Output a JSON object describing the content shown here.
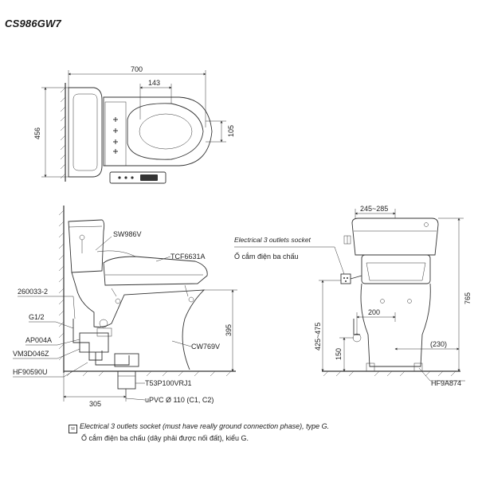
{
  "title": "CS986GW7",
  "top_view": {
    "dims": {
      "length": "700",
      "depth": "456",
      "offset": "143",
      "seat_gap": "105"
    }
  },
  "side_view": {
    "labels": {
      "seat": "SW986V",
      "flange": "TCF6631A",
      "part_a": "260033-2",
      "part_b": "G1/2",
      "part_c": "AP004A",
      "part_d": "VM3D046Z",
      "part_e": "HF90590U",
      "bowl": "CW769V",
      "pipe_a": "T53P100VRJ1",
      "pipe_b": "uPVC Ø 110 (C1, C2)"
    },
    "dims": {
      "height": "395",
      "rough_in": "305"
    }
  },
  "front_view": {
    "outlet_en": "Electrical 3 outlets socket",
    "outlet_vi": "Ổ cắm điện ba chấu",
    "dims": {
      "width_range": "245~285",
      "total_height": "765",
      "outlet_height": "425~475",
      "valve_height": "150",
      "offset_200": "200",
      "offset_230": "(230)"
    },
    "part": "HF9A874"
  },
  "note": {
    "icon": "outlet-icon",
    "line1": "Electrical 3 outlets socket (must have really ground connection phase), type G.",
    "line2": "Ổ cắm điện ba chấu (dây phải được nối đất), kiểu G."
  }
}
